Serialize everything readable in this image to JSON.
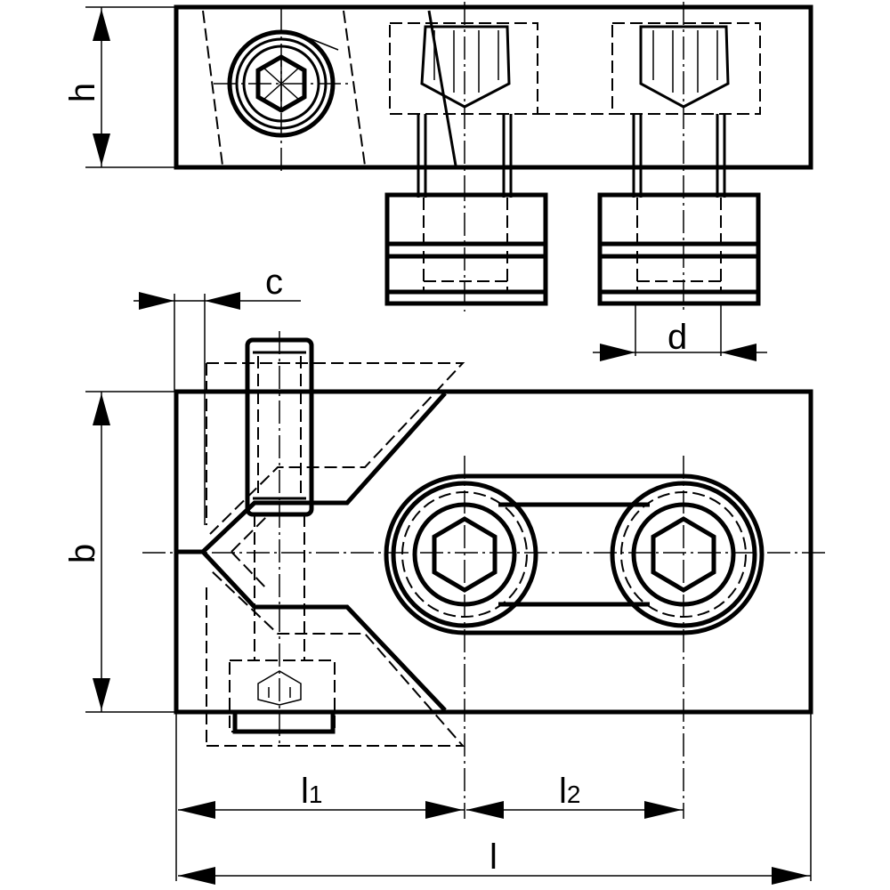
{
  "dimensions": {
    "h": "h",
    "c": "c",
    "d": "d",
    "b": "b",
    "l": "l",
    "l1": {
      "base": "l",
      "sub": "1"
    },
    "l2": {
      "base": "l",
      "sub": "2"
    }
  }
}
